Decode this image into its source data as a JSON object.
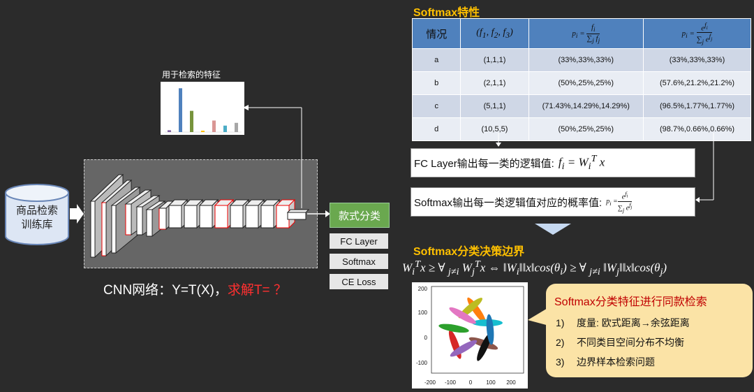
{
  "left": {
    "database_label_line1": "商品检索",
    "database_label_line2": "训练库",
    "feature_chart_title": "用于检索的特征",
    "feature_bars": [
      {
        "value": 0.04,
        "color": "#8064a2"
      },
      {
        "value": 0.95,
        "color": "#4f81bd"
      },
      {
        "value": 0.46,
        "color": "#77933c"
      },
      {
        "value": 0.03,
        "color": "#ffc000"
      },
      {
        "value": 0.25,
        "color": "#d99694"
      },
      {
        "value": 0.14,
        "color": "#4bacc6"
      },
      {
        "value": 0.2,
        "color": "#a6a6a6"
      }
    ],
    "output_button": "款式分类",
    "layer_labels": [
      "FC Layer",
      "Softmax",
      "CE Loss"
    ],
    "caption_prefix": "CNN网络：Y=T(X)，",
    "caption_highlight": "求解T= ？"
  },
  "softmax_props": {
    "title": "Softmax特性",
    "col_headers": [
      "情况",
      "(f1, f2, f3)",
      "pi = fi / Σj fj",
      "pi = e^fi / Σj e^fj"
    ],
    "rows": [
      [
        "a",
        "(1,1,1)",
        "(33%,33%,33%)",
        "(33%,33%,33%)"
      ],
      [
        "b",
        "(2,1,1)",
        "(50%,25%,25%)",
        "(57.6%,21.2%,21.2%)"
      ],
      [
        "c",
        "(5,1,1)",
        "(71.43%,14.29%,14.29%)",
        "(96.5%,1.77%,1.77%)"
      ],
      [
        "d",
        "(10,5,5)",
        "(50%,25%,25%)",
        "(98.7%,0.66%,0.66%)"
      ]
    ],
    "fc_box_text": "FC Layer输出每一类的逻辑值:",
    "fc_formula": "fi = Wi T x",
    "softmax_box_text": "Softmax输出每一类逻辑值对应的概率值:"
  },
  "boundary": {
    "title": "Softmax分类决策边界",
    "formula": "WiTx ≥ ∀ j≠i WjTx ⇔ ‖Wi‖‖x‖cos(θi) ≥ ∀ j≠i ‖Wj‖‖x‖cos(θj)",
    "scatter_ticks_y": [
      "200",
      "100",
      "0",
      "-100"
    ],
    "scatter_ticks_x": [
      "-200",
      "-100",
      "0",
      "100",
      "200"
    ]
  },
  "callout": {
    "title": "Softmax分类特征进行同款检索",
    "items": [
      {
        "n": "1)",
        "text": "度量: 欧式距离→余弦距离"
      },
      {
        "n": "2)",
        "text": "不同类目空间分布不均衡"
      },
      {
        "n": "3)",
        "text": "边界样本检索问题"
      }
    ]
  }
}
